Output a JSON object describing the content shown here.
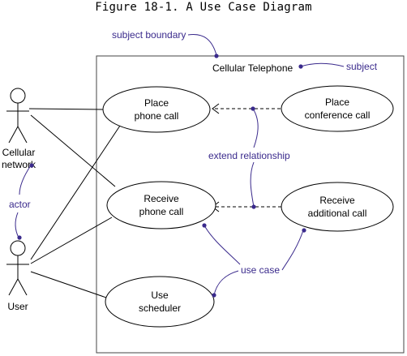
{
  "figure": {
    "title": "Figure 18-1. A Use Case Diagram"
  },
  "subject": {
    "name": "Cellular Telephone"
  },
  "actors": {
    "network": {
      "line1": "Cellular",
      "line2": "network"
    },
    "user": {
      "label": "User"
    }
  },
  "use_cases": {
    "place_call": {
      "line1": "Place",
      "line2": "phone call"
    },
    "conference_call": {
      "line1": "Place",
      "line2": "conference call"
    },
    "receive_call": {
      "line1": "Receive",
      "line2": "phone call"
    },
    "additional_call": {
      "line1": "Receive",
      "line2": "additional call"
    },
    "scheduler": {
      "line1": "Use",
      "line2": "scheduler"
    }
  },
  "annotations": {
    "subject_boundary": "subject boundary",
    "subject": "subject",
    "extend_relationship": "extend relationship",
    "actor": "actor",
    "use_case": "use case"
  },
  "colors": {
    "annotation": "#3a2a8c",
    "lines": "#000000"
  }
}
